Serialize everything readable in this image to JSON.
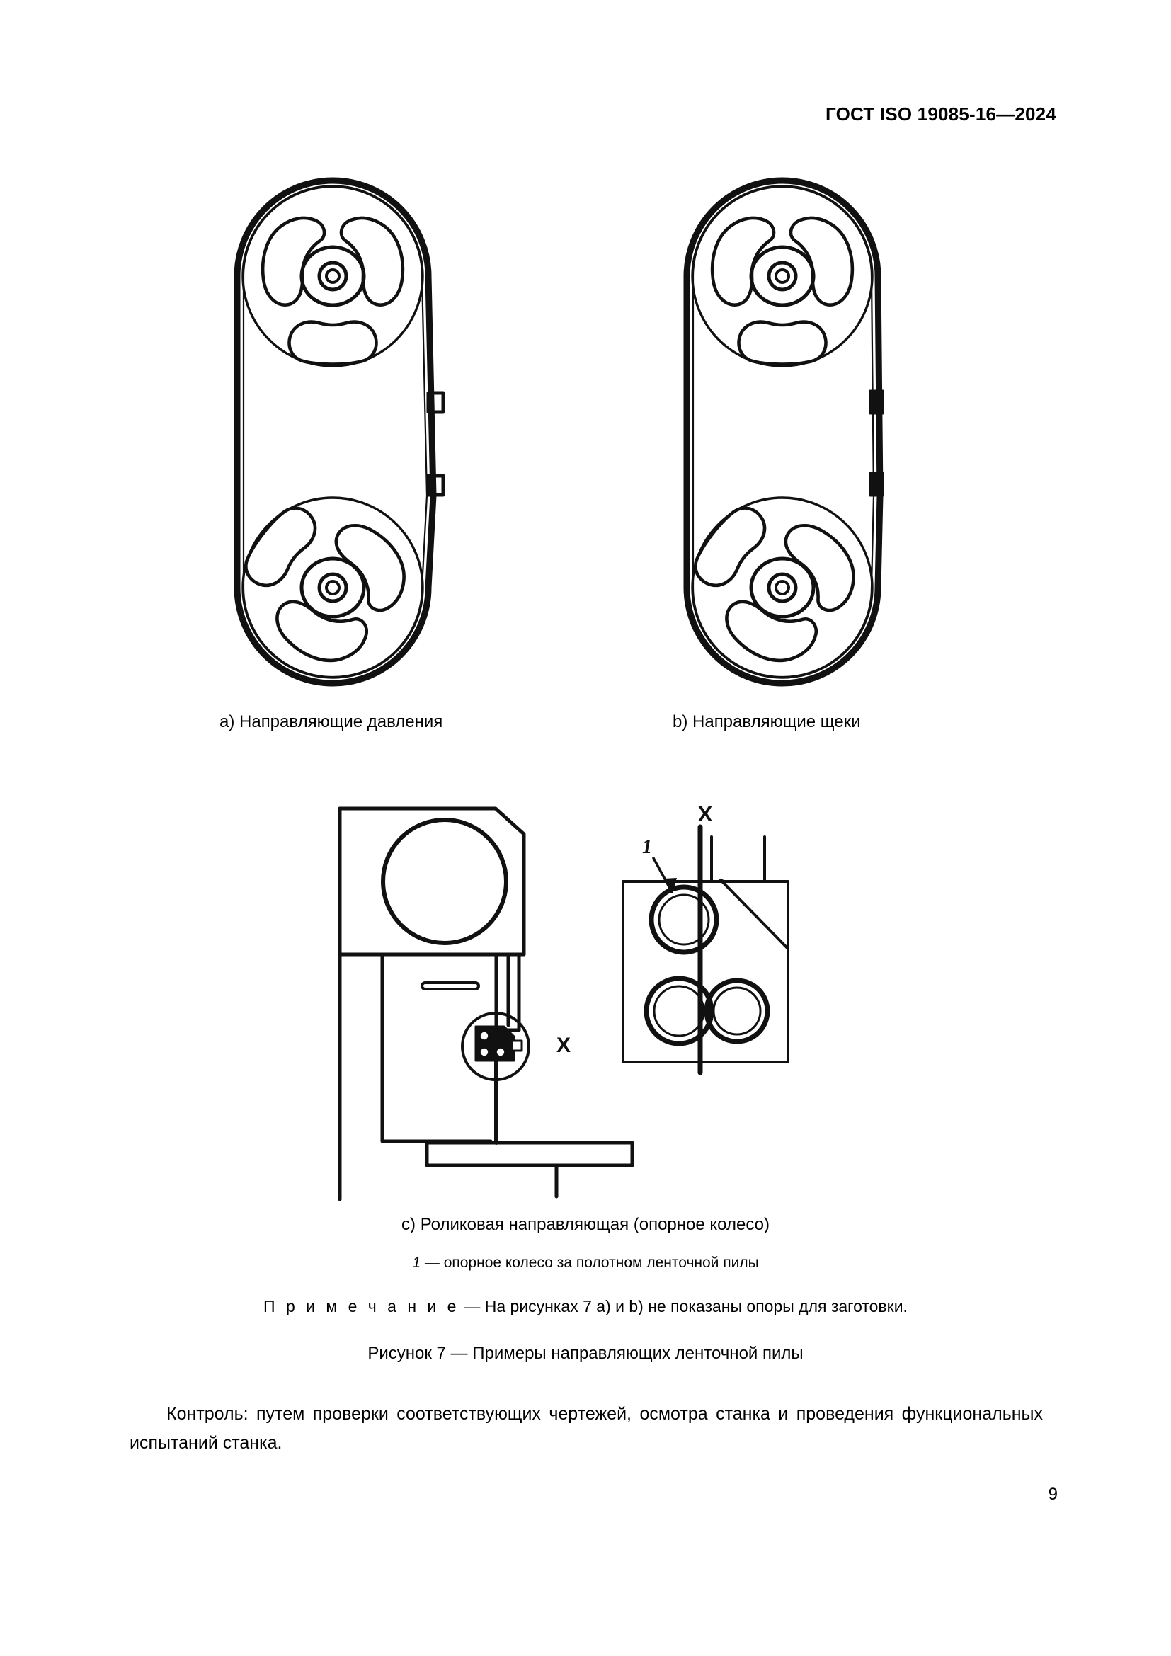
{
  "header": {
    "standard_id": "ГОСТ ISO 19085-16—2024"
  },
  "figure": {
    "caption_a": "a) Направляющие давления",
    "caption_b": "b) Направляющие щеки",
    "caption_c": "c) Роликовая направляющая (опорное колесо)",
    "legend_number": "1",
    "legend_dash": "—",
    "legend_text": "опорное колесо за полотном ленточной пилы",
    "note_label": "П р и м е ч а н и е",
    "note_text": "— На рисунках 7 a) и b) не показаны опоры для заготовки.",
    "title": "Рисунок 7 — Примеры направляющих ленточной пилы",
    "detail_marker_machine": "X",
    "detail_marker_view": "X",
    "roller_callout": "1"
  },
  "body": {
    "paragraph": "Контроль: путем проверки соответствующих чертежей, осмотра станка и проведения функциональных испытаний станка."
  },
  "footer": {
    "page_number": "9"
  },
  "colors": {
    "ink": "#1a1a1a",
    "paper": "#ffffff"
  }
}
